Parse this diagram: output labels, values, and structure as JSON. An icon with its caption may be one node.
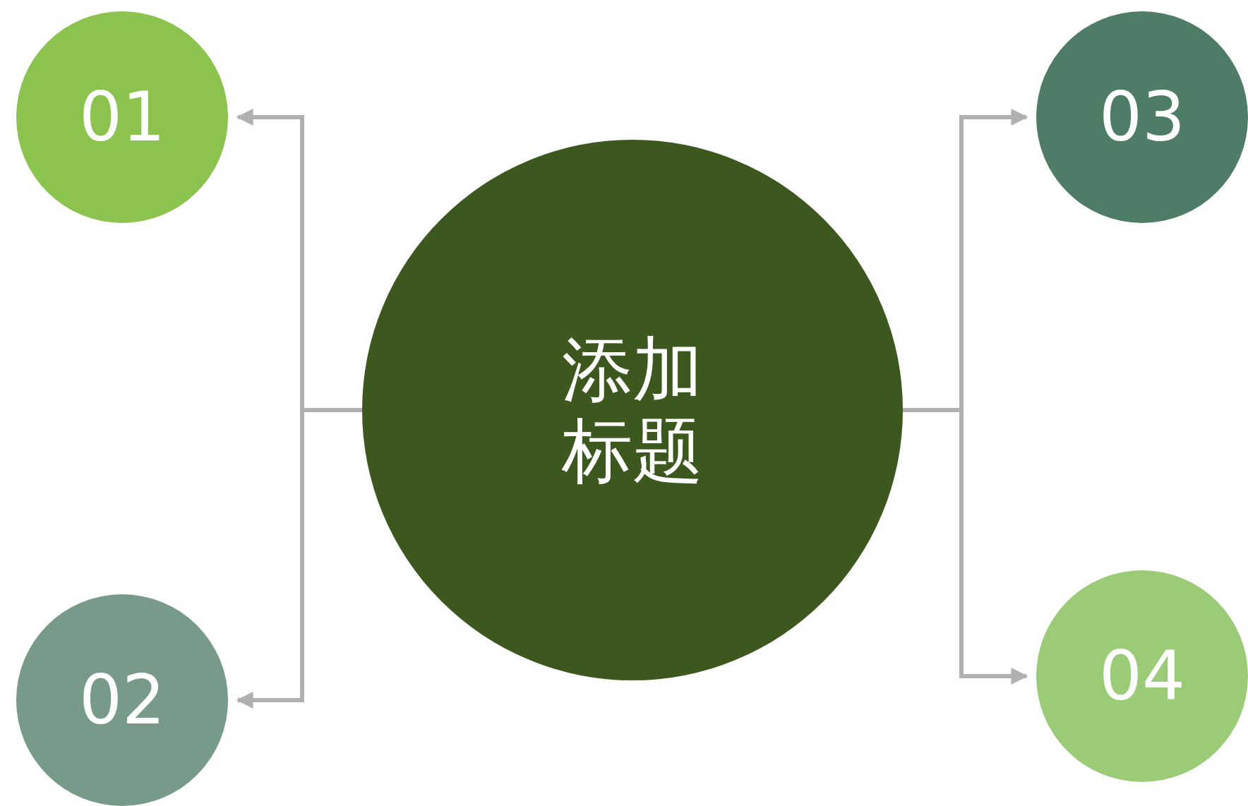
{
  "diagram": {
    "nodes": [
      {
        "text": [
          "添加标题"
        ]
      },
      {
        "text": [
          "01"
        ]
      },
      {
        "text": [
          "02"
        ]
      },
      {
        "text": [
          "03"
        ]
      },
      {
        "text": [
          "04"
        ]
      }
    ],
    "edges": [
      {
        "from": 0,
        "to": 1,
        "arrow": "to"
      },
      {
        "from": 0,
        "to": 2,
        "arrow": "to"
      },
      {
        "from": 0,
        "to": 3,
        "arrow": "to"
      },
      {
        "from": 0,
        "to": 4,
        "arrow": "to"
      }
    ]
  }
}
